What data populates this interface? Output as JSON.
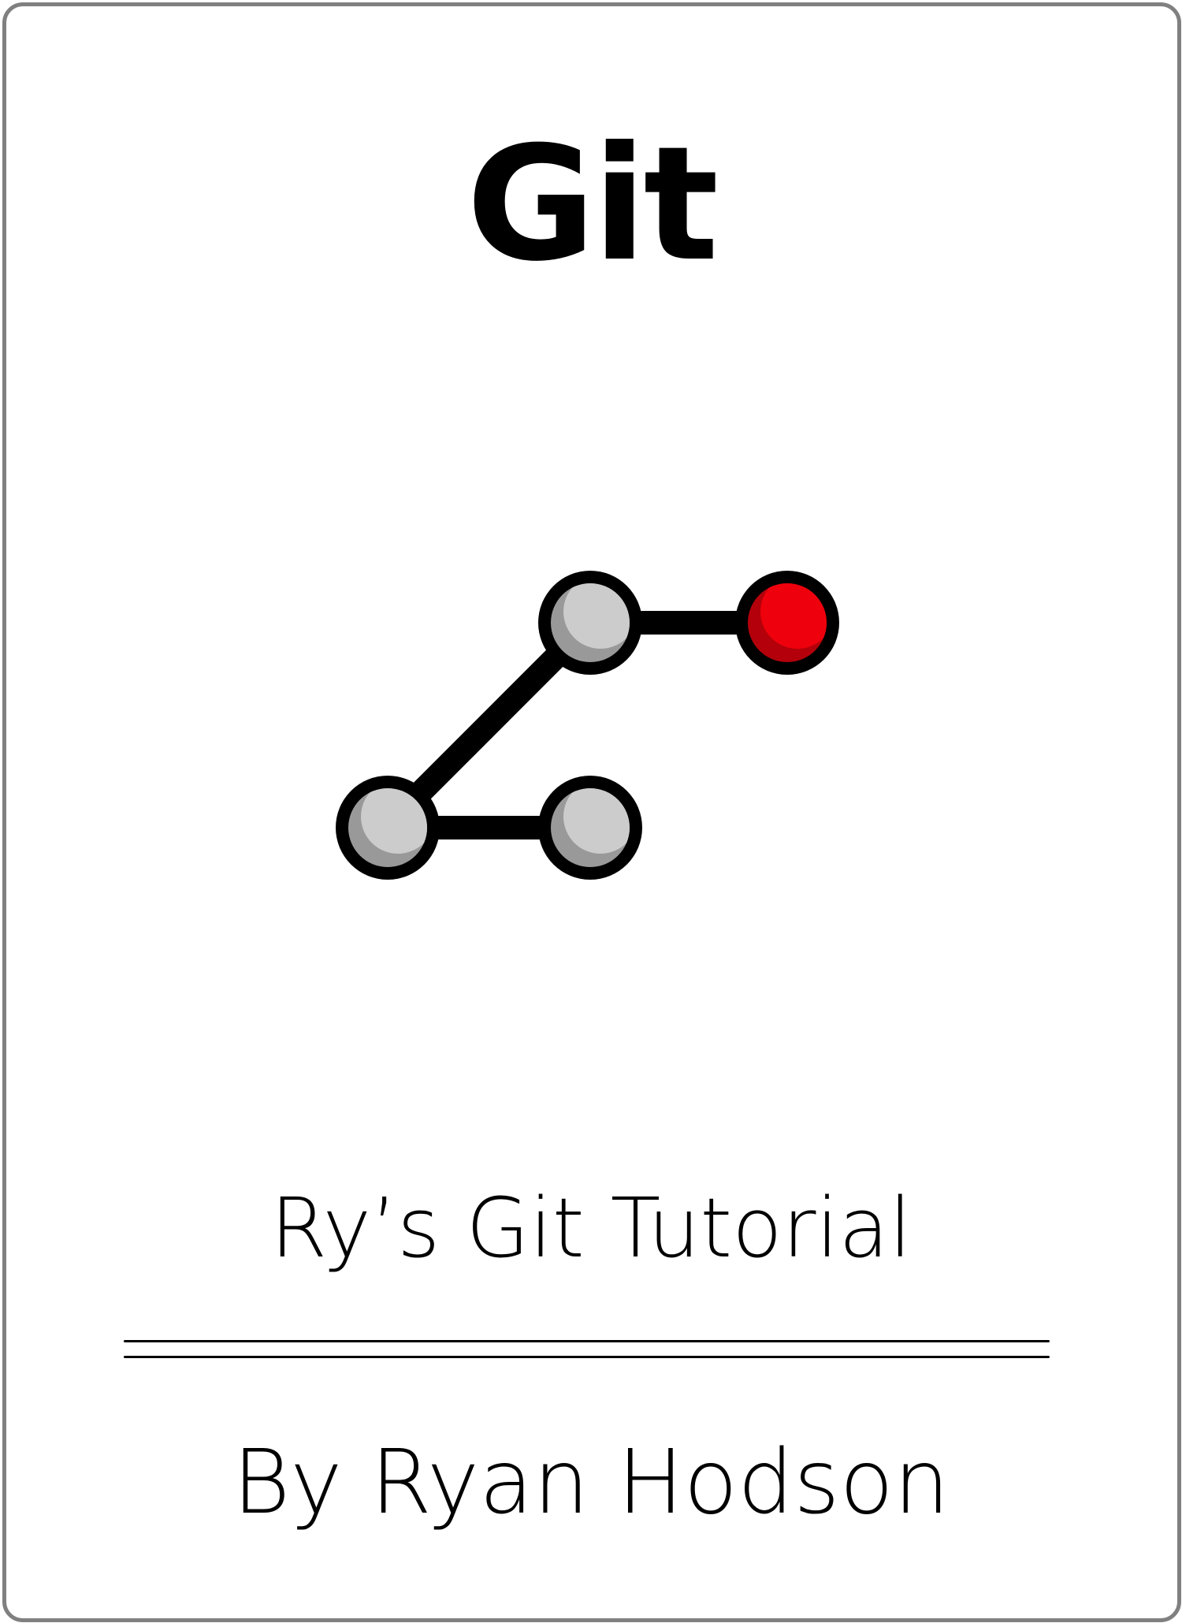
{
  "cover": {
    "title": "Git",
    "subtitle": "Ry’s Git Tutorial",
    "author": "By Ryan Hodson"
  },
  "logo": {
    "icon": "git-branch-graph-icon",
    "colors": {
      "outline": "#000000",
      "commit_fill": "#cccccc",
      "commit_shadow": "#999999",
      "head_fill": "#ee000c",
      "head_shadow": "#b3000a",
      "border": "#808080"
    }
  }
}
